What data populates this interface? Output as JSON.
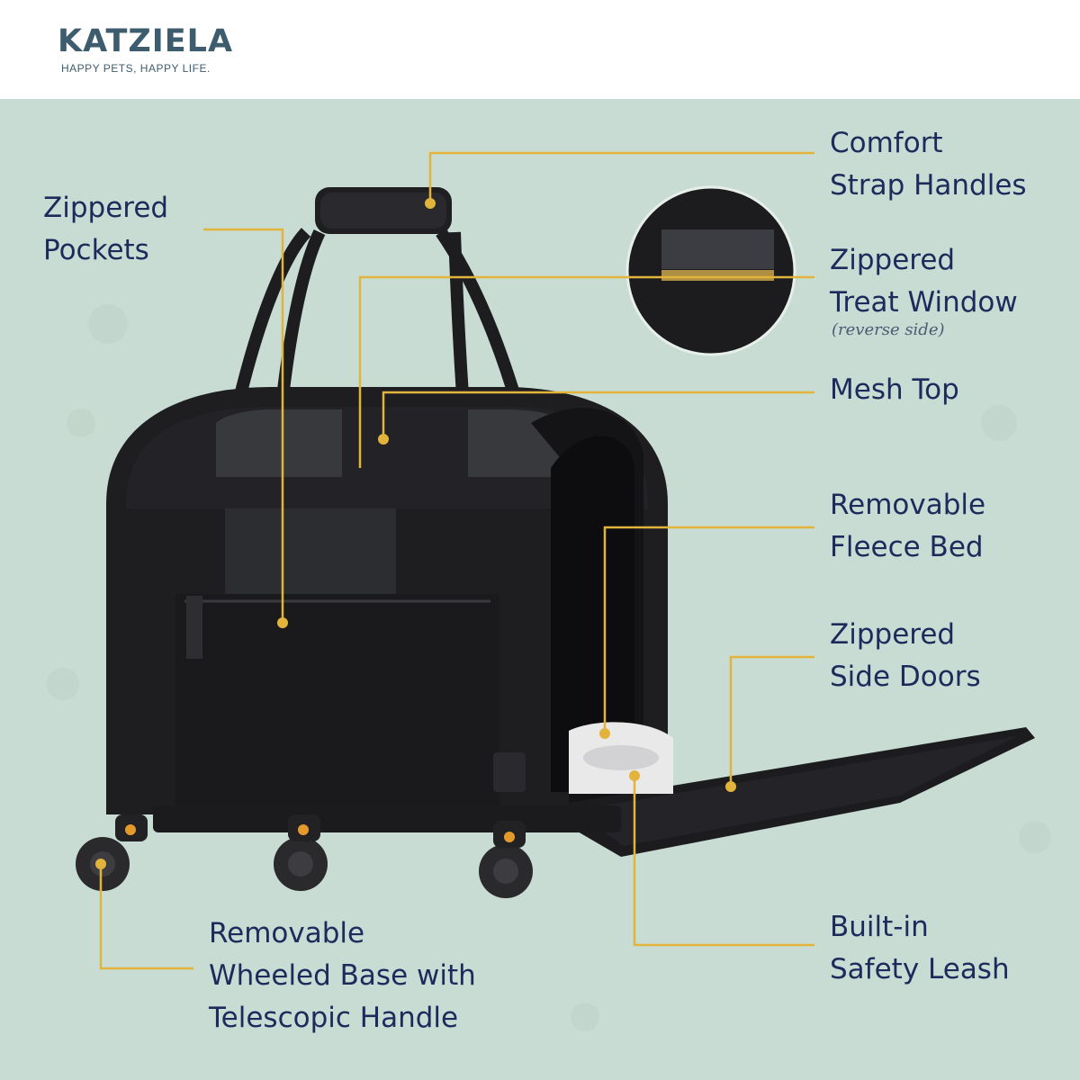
{
  "brand": {
    "name": "KATZIELA",
    "tagline": "HAPPY PETS, HAPPY LIFE."
  },
  "product_image": {
    "description": "black pet carrier on wheels"
  },
  "colors": {
    "label_text": "#1f2a5c",
    "callout_line": "#e2b43c",
    "background": "#c8dcd3",
    "brand": "#3d5d6f"
  },
  "features": {
    "zippered_pockets": [
      "Zippered",
      "Pockets"
    ],
    "comfort_strap_handles": [
      "Comfort",
      "Strap Handles"
    ],
    "zippered_treat_window": [
      "Zippered",
      "Treat Window"
    ],
    "treat_window_note": "(reverse side)",
    "mesh_top": [
      "Mesh Top"
    ],
    "removable_fleece_bed": [
      "Removable",
      "Fleece Bed"
    ],
    "zippered_side_doors": [
      "Zippered",
      "Side Doors"
    ],
    "removable_wheeled_base": [
      "Removable",
      "Wheeled Base with",
      "Telescopic Handle"
    ],
    "built_in_safety_leash": [
      "Built-in",
      "Safety Leash"
    ]
  }
}
